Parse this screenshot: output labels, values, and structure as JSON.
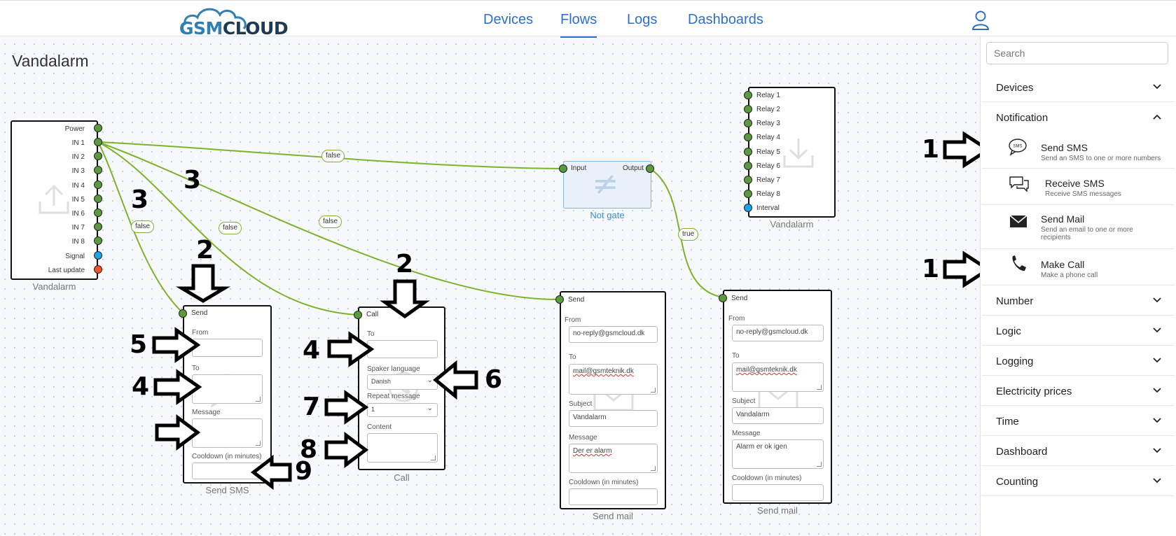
{
  "header": {
    "logo_gsm": "GSM",
    "logo_cloud": "CLOUD",
    "nav": [
      "Devices",
      "Flows",
      "Logs",
      "Dashboards"
    ],
    "active_nav": "Flows",
    "user_icon": "user-icon"
  },
  "page": {
    "title": "Vandalarm"
  },
  "sidebar": {
    "search_placeholder": "Search",
    "categories_top": [
      "Devices",
      "Notification"
    ],
    "notification_items": [
      {
        "title": "Send SMS",
        "desc": "Send an SMS to one or more numbers",
        "icon": "sms-bubble-icon"
      },
      {
        "title": "Receive SMS",
        "desc": "Receive SMS messages",
        "icon": "chat-bubbles-icon"
      },
      {
        "title": "Send Mail",
        "desc": "Send an email to one or more recipients",
        "icon": "envelope-icon"
      },
      {
        "title": "Make Call",
        "desc": "Make a phone call",
        "icon": "phone-icon"
      }
    ],
    "categories_bottom": [
      "Number",
      "Logic",
      "Logging",
      "Electricity prices",
      "Time",
      "Dashboard",
      "Counting"
    ]
  },
  "nodes": {
    "source": {
      "caption": "Vandalarm",
      "ports": [
        "Power",
        "IN 1",
        "IN 2",
        "IN 3",
        "IN 4",
        "IN 5",
        "IN 6",
        "IN 7",
        "IN 8",
        "Signal",
        "Last update"
      ]
    },
    "relay": {
      "caption": "Vandalarm",
      "ports": [
        "Relay 1",
        "Relay 2",
        "Relay 3",
        "Relay 4",
        "Relay 5",
        "Relay 6",
        "Relay 7",
        "Relay 8",
        "Interval"
      ]
    },
    "not_gate": {
      "caption": "Not gate",
      "input": "Input",
      "output": "Output"
    },
    "send_sms": {
      "caption": "Send SMS",
      "port": "Send",
      "from_label": "From",
      "to_label": "To",
      "message_label": "Message",
      "cooldown_label": "Cooldown (in minutes)"
    },
    "call": {
      "caption": "Call",
      "port": "Call",
      "to_label": "To",
      "lang_label": "Spaker language",
      "lang_value": "Danish",
      "repeat_label": "Repeat message",
      "repeat_value": "1",
      "content_label": "Content"
    },
    "mail1": {
      "caption": "Send mail",
      "port": "Send",
      "from_label": "From",
      "from_value": "no-reply@gsmcloud.dk",
      "to_label": "To",
      "to_value": "mail@gsmteknik.dk",
      "subject_label": "Subject",
      "subject_value": "Vandalarm",
      "message_label": "Message",
      "message_value": "Der er alarm",
      "cooldown_label": "Cooldown (in minutes)"
    },
    "mail2": {
      "caption": "Send mail",
      "port": "Send",
      "from_label": "From",
      "from_value": "no-reply@gsmcloud.dk",
      "to_label": "To",
      "to_value": "mail@gsmteknik.dk",
      "subject_label": "Subject",
      "subject_value": "Vandalarm",
      "message_label": "Message",
      "message_value": "Alarm er ok igen",
      "cooldown_label": "Cooldown (in minutes)"
    }
  },
  "edge_labels": [
    "false",
    "false",
    "false",
    "false",
    "true"
  ],
  "annotations": [
    "1",
    "1",
    "2",
    "2",
    "3",
    "3",
    "4",
    "4",
    "5",
    "6",
    "7",
    "8",
    "9"
  ],
  "colors": {
    "accent": "#2f6fc9",
    "edge": "#7cb32c",
    "port": "#5a9a3c",
    "port_blue": "#1aa3e8",
    "port_red": "#f4512a"
  }
}
